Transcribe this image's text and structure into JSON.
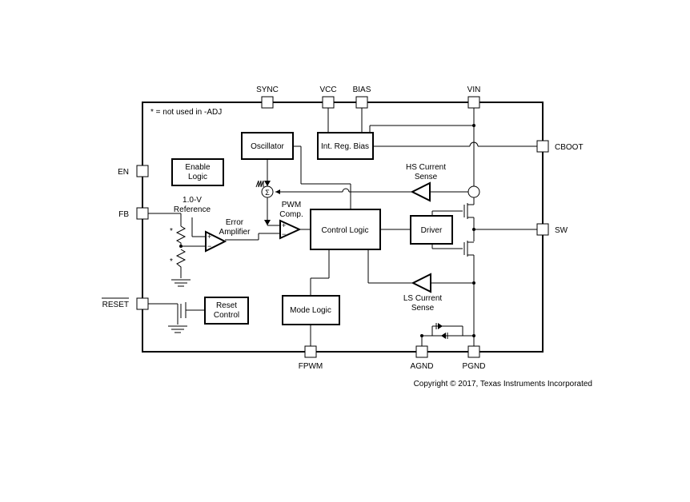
{
  "note": "* = not used in -ADJ",
  "pins": {
    "sync": "SYNC",
    "vcc": "VCC",
    "bias": "BIAS",
    "vin": "VIN",
    "en": "EN",
    "fb": "FB",
    "reset": "RESET",
    "cboot": "CBOOT",
    "sw": "SW",
    "fpwm": "FPWM",
    "agnd": "AGND",
    "pgnd": "PGND"
  },
  "blocks": {
    "oscillator": "Oscillator",
    "int_reg_bias": "Int. Reg. Bias",
    "enable_logic": [
      "Enable",
      "Logic"
    ],
    "control_logic": "Control Logic",
    "driver": "Driver",
    "mode_logic": "Mode Logic",
    "reset_control": [
      "Reset",
      "Control"
    ]
  },
  "labels": {
    "reference": [
      "1.0-V",
      "Reference"
    ],
    "error_amp": [
      "Error",
      "Amplifier"
    ],
    "pwm_comp": [
      "PWM",
      "Comp."
    ],
    "hs_sense": [
      "HS Current",
      "Sense"
    ],
    "ls_sense": [
      "LS Current",
      "Sense"
    ],
    "sigma": "Σ",
    "plus": "+",
    "minus": "−",
    "star": "*"
  },
  "copyright": "Copyright © 2017, Texas Instruments Incorporated"
}
